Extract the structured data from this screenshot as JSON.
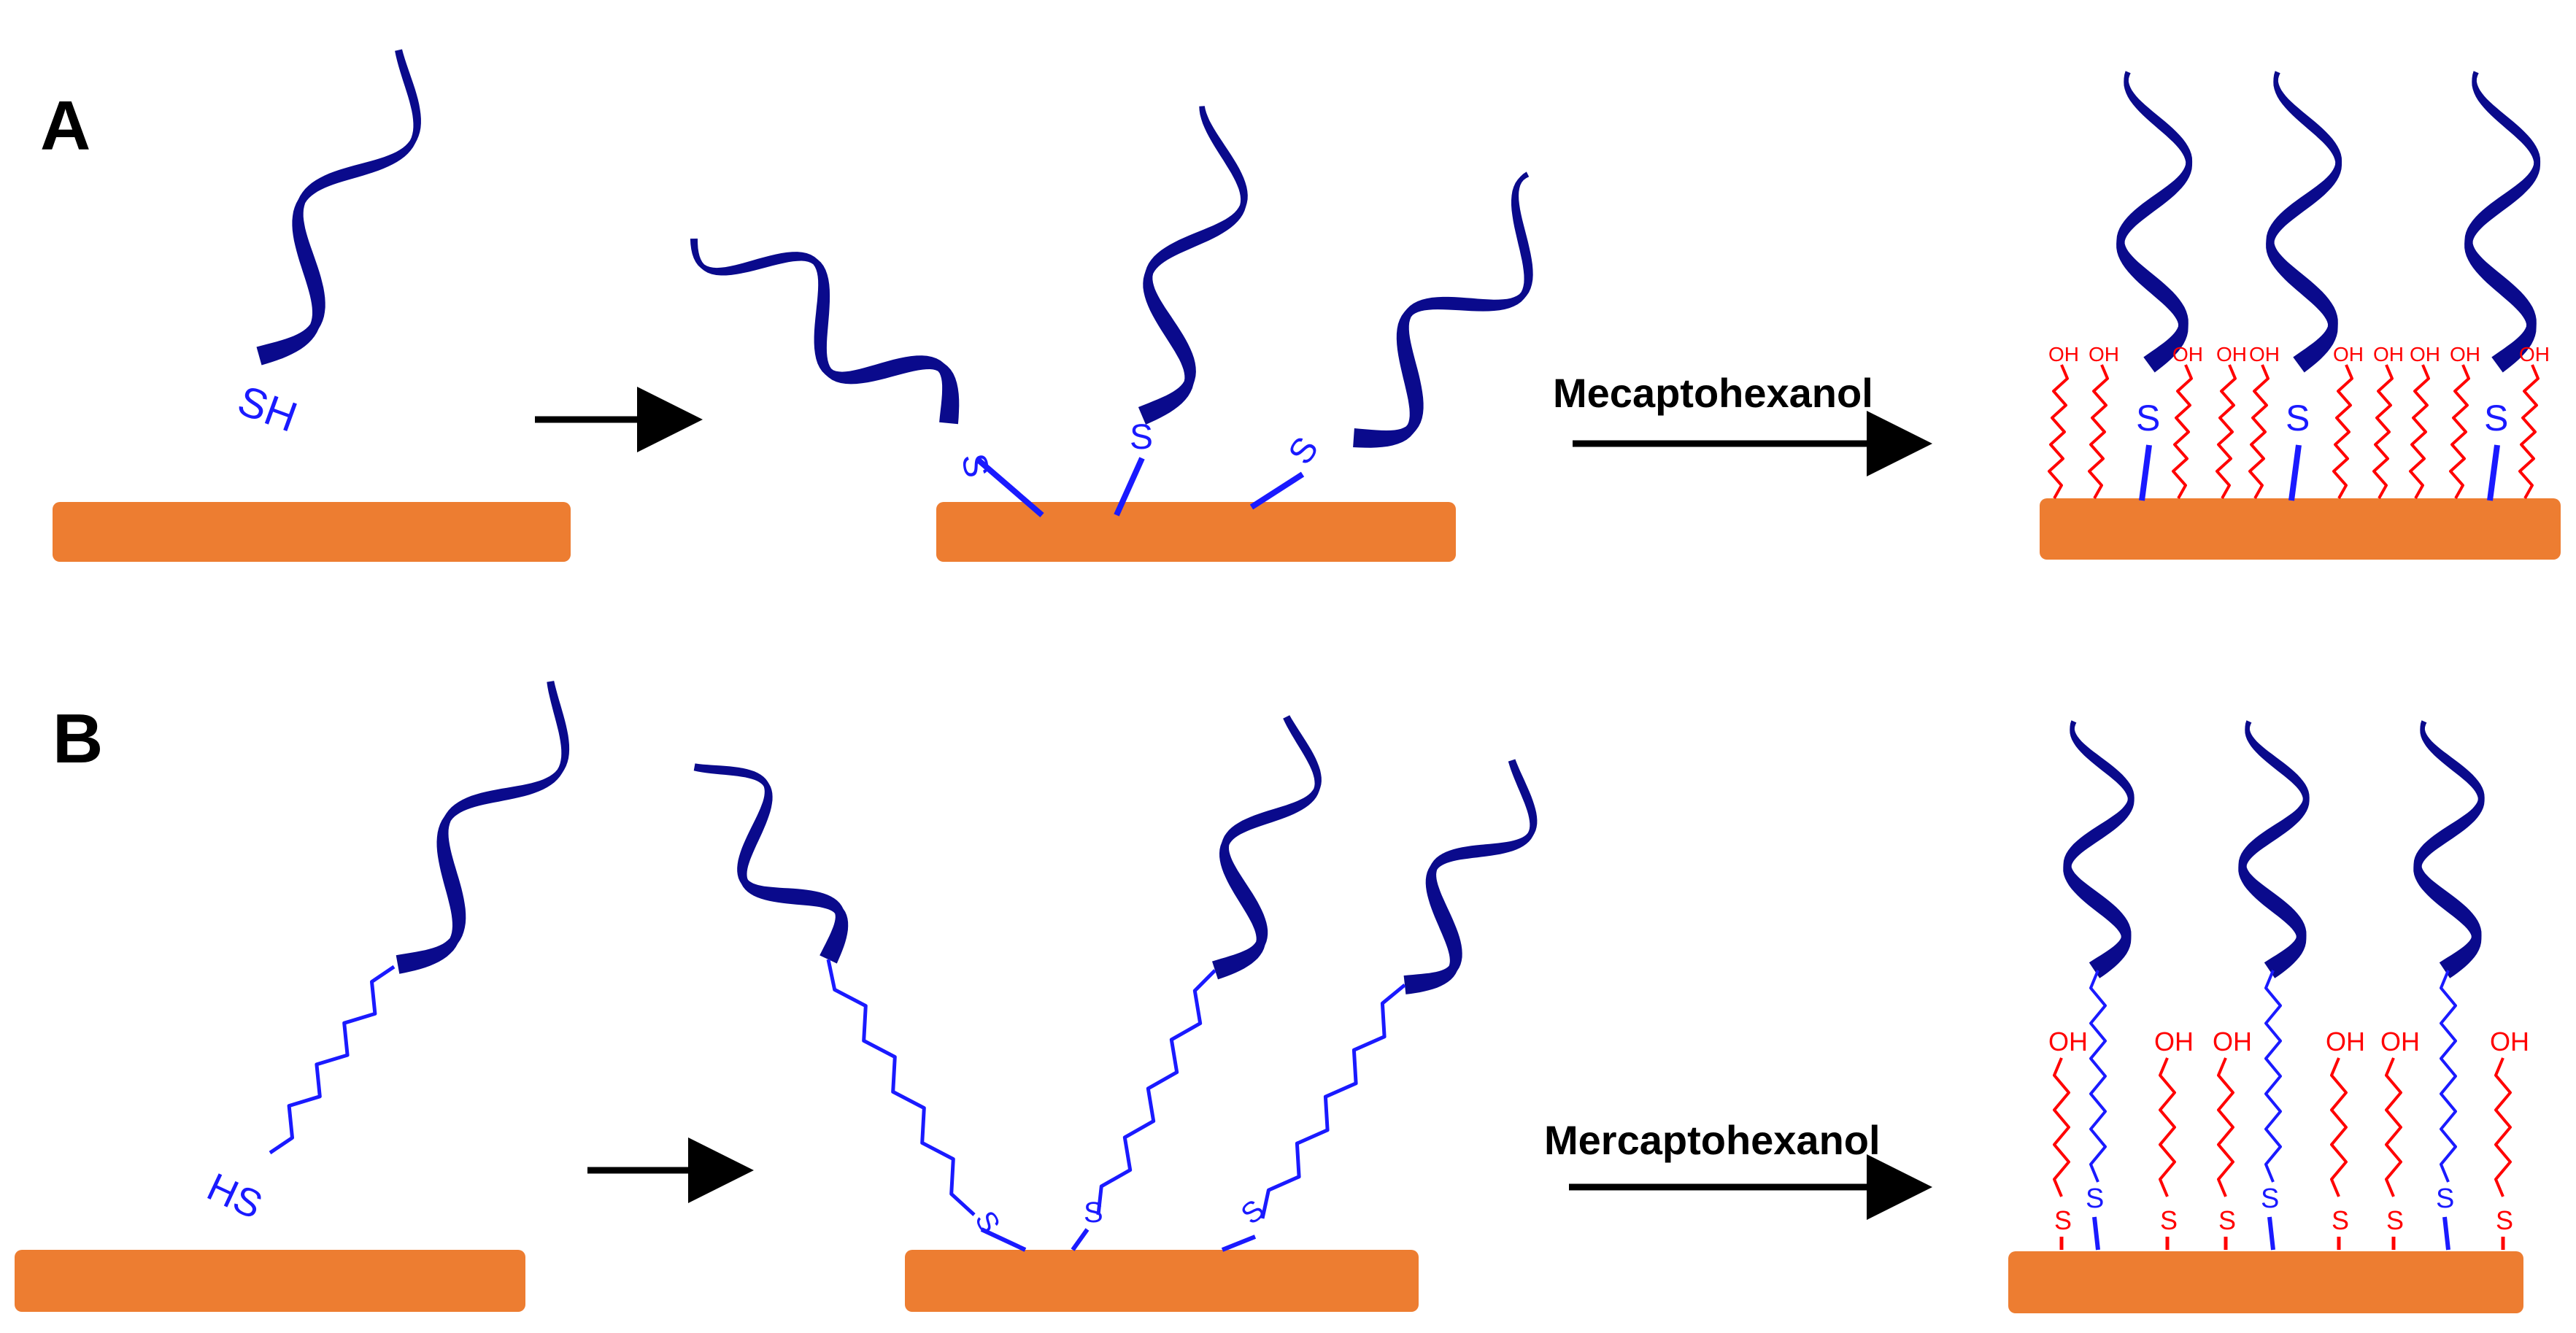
{
  "panels": [
    {
      "label": "A",
      "reagent": "Mecaptohexanol"
    },
    {
      "label": "B",
      "reagent": "Mercaptohexanol"
    }
  ],
  "atoms": {
    "thiol": "SH",
    "thiol_reversed": "HS",
    "sulfur": "S",
    "hydroxyl": "OH"
  },
  "colors": {
    "substrate": "#ed7d31",
    "dna": "#0a0a8c",
    "linker": "#1a1aff",
    "mch": "#ff0000",
    "arrow": "#000000"
  }
}
